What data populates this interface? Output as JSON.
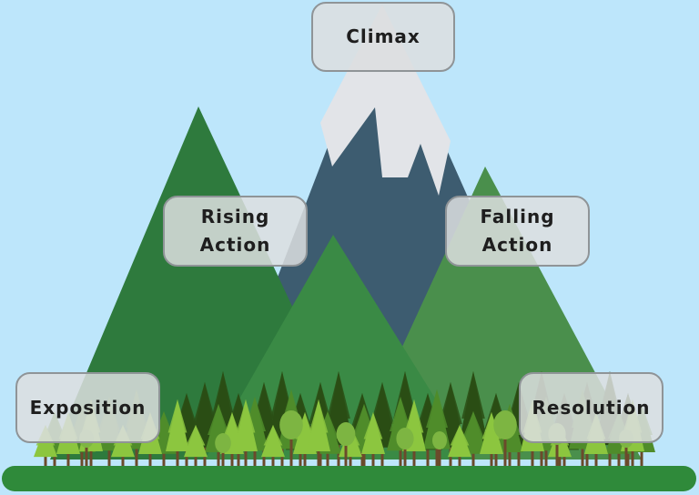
{
  "labels": {
    "climax": "Climax",
    "rising_action": "Rising Action",
    "falling_action": "Falling Action",
    "exposition": "Exposition",
    "resolution": "Resolution"
  },
  "colors": {
    "sky": "#bde6fb",
    "mountain_left": "#2e7a3d",
    "mountain_center": "#3d5c70",
    "snow": "#e2e4e8",
    "mountain_right": "#4a8f4c",
    "mountain_front": "#3a8a45",
    "ground": "#2f8a3a",
    "tree_dark": "#2a4d14",
    "tree_light": "#8cc63f",
    "box_fill": "#dcdee0",
    "box_border": "#8f9497"
  }
}
